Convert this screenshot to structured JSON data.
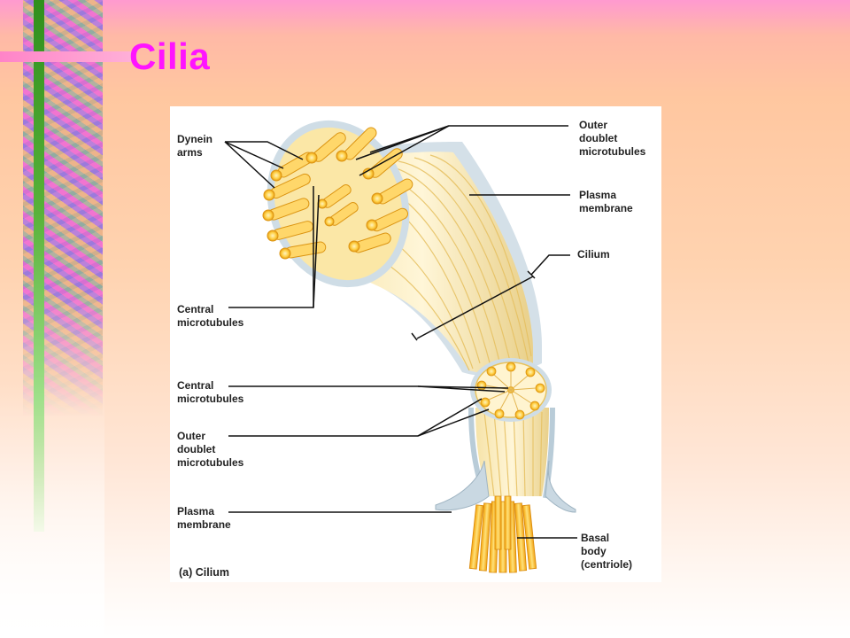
{
  "slide": {
    "title": "Cilia"
  },
  "figure": {
    "caption": "(a) Cilium",
    "labels": {
      "dynein_arms": "Dynein\narms",
      "outer_doublet_top": "Outer\ndoublet\nmicrotubules",
      "plasma_membrane_top": "Plasma\nmembrane",
      "cilium": "Cilium",
      "central_microtubules_top": "Central\nmicrotubules",
      "central_microtubules_bottom": "Central\nmicrotubules",
      "outer_doublet_bottom": "Outer\ndoublet\nmicrotubules",
      "plasma_membrane_bottom": "Plasma\nmembrane",
      "basal_body": "Basal\nbody\n(centriole)"
    }
  },
  "colors": {
    "title": "#ff14ff",
    "tube_fill": "#fbe7a6",
    "tube_stroke": "#e0a820",
    "membrane": "#cfdde6",
    "leader_line": "#111111"
  }
}
